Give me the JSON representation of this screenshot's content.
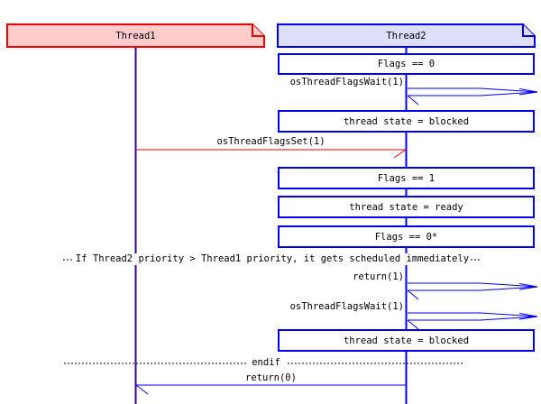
{
  "participants": [
    {
      "name": "Thread1",
      "fill": "#ffcccc",
      "border": "#f00000",
      "lifeline_color": "#330099"
    },
    {
      "name": "Thread2",
      "fill": "#dedefa",
      "border": "#0000ee",
      "lifeline_color": "#0000ee"
    }
  ],
  "state_boxes": [
    "Flags == 0",
    "thread state = blocked",
    "Flags == 1",
    "thread state = ready",
    "Flags == 0*",
    "thread state = blocked"
  ],
  "messages": {
    "wait1": "osThreadFlagsWait(1)",
    "set": "osThreadFlagsSet(1)",
    "ret1": "return(1)",
    "wait2": "osThreadFlagsWait(1)",
    "ret0": "return(0)"
  },
  "dividers": {
    "priority_note": "If Thread2 priority > Thread1 priority, it gets scheduled immediately",
    "endif": "endif"
  },
  "colors": {
    "set_arrow": "#f00000",
    "env_arrow": "#0000ee",
    "divider_line": "#000000",
    "box_border": "#0000ee"
  }
}
